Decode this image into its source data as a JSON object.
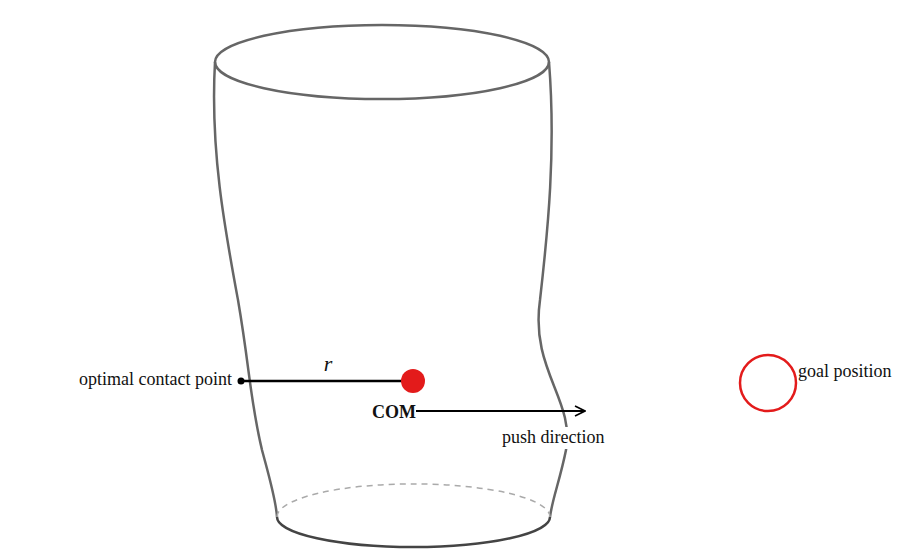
{
  "diagram": {
    "labels": [
      "optimal contact point",
      "r",
      "COM",
      "push direction",
      "goal position"
    ]
  }
}
